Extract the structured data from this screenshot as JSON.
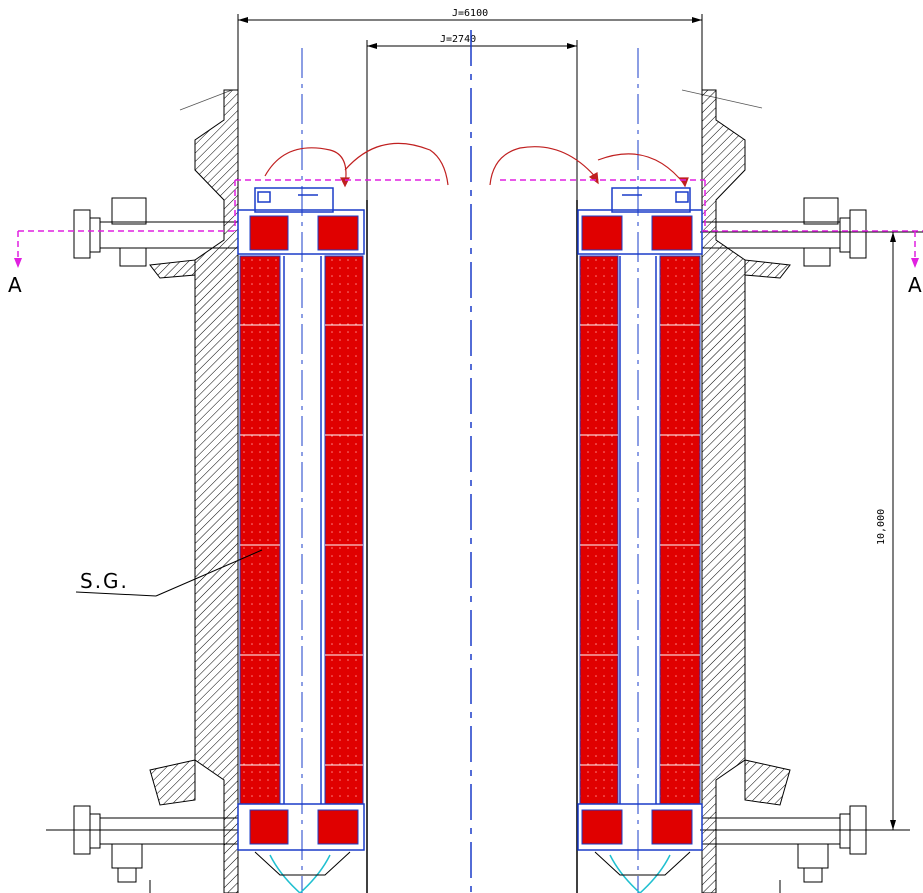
{
  "dimensions": {
    "outer_diameter": "J=6100",
    "inner_diameter": "J=2740",
    "height": "10,000"
  },
  "labels": {
    "steam_generator": "S.G.",
    "section_marker_left": "A",
    "section_marker_right": "A"
  },
  "colors": {
    "line": "#000000",
    "module_fill": "#e00000",
    "module_outline": "#1a3cc8",
    "section_line": "#e020e0",
    "flow_arrow": "#c02020",
    "bottom_pipe": "#20c0d0"
  }
}
